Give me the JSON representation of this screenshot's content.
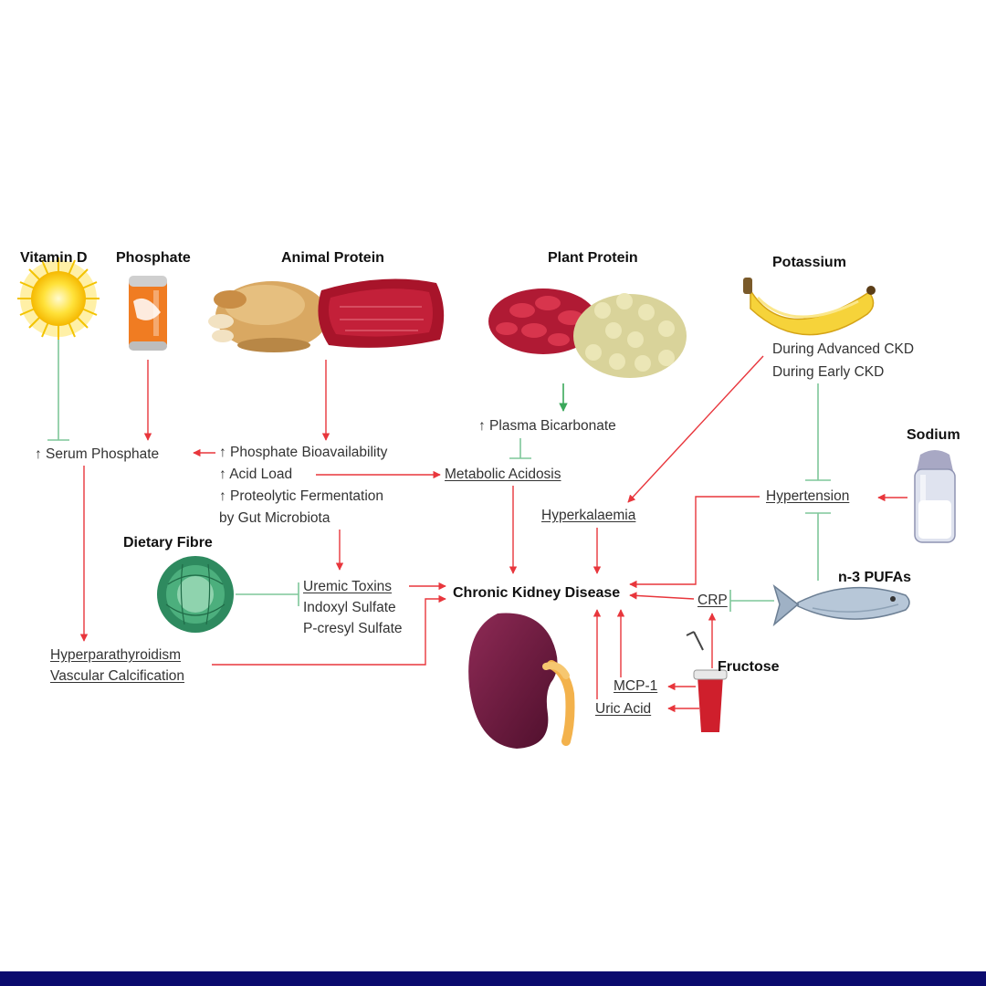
{
  "headers": {
    "vitamin_d": "Vitamin D",
    "phosphate": "Phosphate",
    "animal_protein": "Animal Protein",
    "plant_protein": "Plant Protein",
    "potassium": "Potassium",
    "sodium": "Sodium",
    "dietary_fibre": "Dietary Fibre",
    "n3_pufas": "n-3 PUFAs",
    "fructose": "Fructose"
  },
  "labels": {
    "serum_phosphate": "↑ Serum Phosphate",
    "phosphate_bioavailability": "↑ Phosphate Bioavailability",
    "acid_load": "↑ Acid Load",
    "proteolytic_fermentation": "↑ Proteolytic Fermentation",
    "by_gut_microbiota": "by Gut Microbiota",
    "plasma_bicarbonate": "↑ Plasma Bicarbonate",
    "metabolic_acidosis": "Metabolic Acidosis",
    "during_advanced_ckd": "During Advanced CKD",
    "during_early_ckd": "During Early CKD",
    "hyperkalaemia": "Hyperkalaemia",
    "hypertension": "Hypertension",
    "uremic_toxins": "Uremic Toxins",
    "indoxyl_sulfate": "Indoxyl Sulfate",
    "p_cresyl_sulfate": "P-cresyl Sulfate",
    "chronic_kidney_disease": "Chronic Kidney Disease",
    "crp": "CRP",
    "mcp1": "MCP-1",
    "uric_acid": "Uric Acid",
    "hyperparathyroidism": "Hyperparathyroidism",
    "vascular_calcification": "Vascular Calcification"
  },
  "colors": {
    "promote_arrow": "#e8363c",
    "inhibit_line": "#7fc79a",
    "bottom_bar": "#0b0b6e"
  }
}
